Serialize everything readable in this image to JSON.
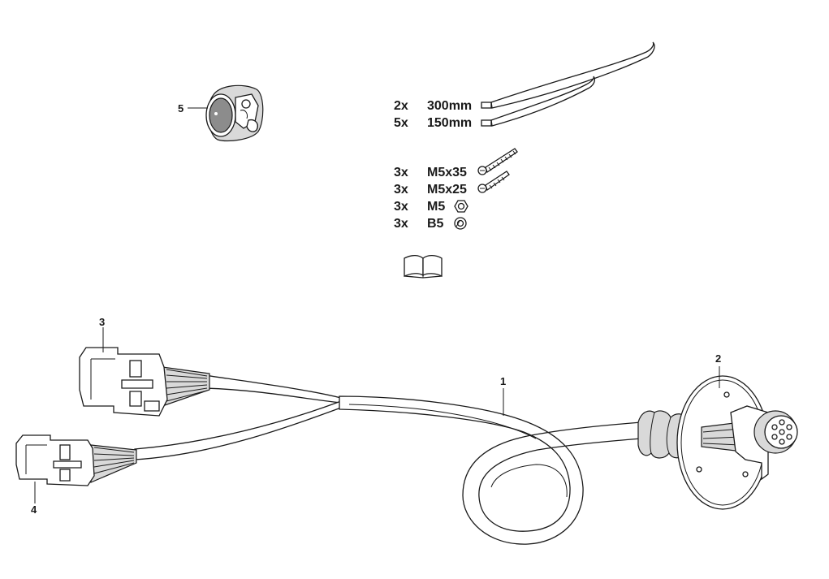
{
  "callouts": {
    "cable": "1",
    "socket": "2",
    "connector_a": "3",
    "connector_b": "4",
    "socket_module": "5"
  },
  "parts_list": [
    {
      "qty": "2x",
      "desc": "300mm"
    },
    {
      "qty": "5x",
      "desc": "150mm"
    },
    {
      "qty": "3x",
      "desc": "M5x35"
    },
    {
      "qty": "3x",
      "desc": "M5x25"
    },
    {
      "qty": "3x",
      "desc": "M5"
    },
    {
      "qty": "3x",
      "desc": "B5"
    }
  ],
  "icons": {
    "cable_tie": "cable-tie-icon",
    "screw": "screw-icon",
    "nut": "nut-icon",
    "washer": "washer-icon",
    "manual": "manual-book-icon"
  }
}
